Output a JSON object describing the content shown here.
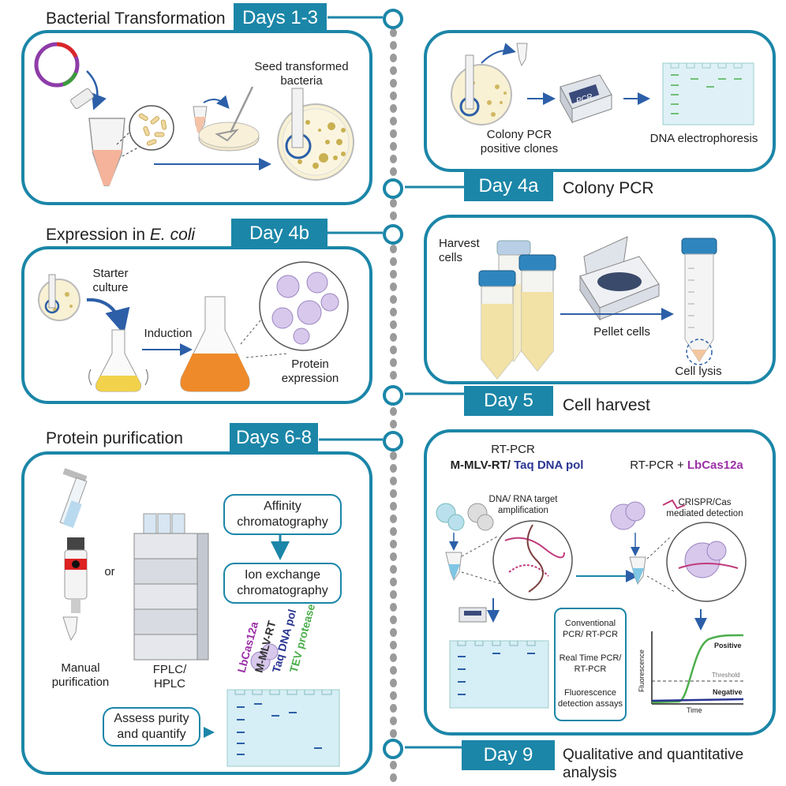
{
  "timeline": {
    "bacterial_transformation": {
      "title": "Bacterial Transformation",
      "tag": "Days 1-3",
      "seed_label": "Seed transformed bacteria"
    },
    "colony_pcr": {
      "tag": "Day 4a",
      "title": "Colony PCR",
      "colony_label": "Colony PCR positive clones",
      "electrophoresis_label": "DNA electrophoresis",
      "machine_label": "PCR"
    },
    "expression": {
      "title_prefix": "Expression in ",
      "title_italic": "E. coli",
      "tag": "Day 4b",
      "starter_label": "Starter culture",
      "induction_label": "Induction",
      "protein_label": "Protein expression"
    },
    "cell_harvest": {
      "tag": "Day 5",
      "title": "Cell harvest",
      "harvest_label": "Harvest cells",
      "pellet_label": "Pellet cells",
      "lysis_label": "Cell lysis"
    },
    "purification": {
      "title": "Protein purification",
      "tag": "Days 6-8",
      "manual_label": "Manual purification",
      "or_label": "or",
      "fplc_label": "FPLC/ HPLC",
      "affinity_label": "Affinity chromatography",
      "ion_label": "Ion exchange chromatography",
      "assess_label": "Assess purity and quantify",
      "lane_labels": [
        "LbCas12a",
        "M-MLV-RT",
        "Taq DNA pol",
        "TEV protease"
      ]
    },
    "analysis": {
      "tag": "Day 9",
      "title": "Qualitative and quantitative analysis",
      "rtpcr_heading": "RT-PCR",
      "enzymes_left": "M-MLV-RT/ ",
      "enzymes_right": "Taq DNA pol",
      "rtpcr_plus": "RT-PCR + ",
      "cas_label": "LbCas12a",
      "dna_rna_label": "DNA/ RNA target amplification",
      "crispr_label": "CRISPR/Cas mediated detection",
      "methods": [
        "Conventional PCR/ RT-PCR",
        "Real Time PCR/ RT-PCR",
        "Fluorescence detection assays"
      ],
      "plot": {
        "ylabel": "Fluorescence",
        "xlabel": "Time",
        "positive": "Positive",
        "threshold": "Threshold",
        "negative": "Negative"
      }
    }
  },
  "colors": {
    "teal": "#1b86a8",
    "purple": "#9b2fa6",
    "navy": "#2a3592",
    "green": "#4cae4c"
  }
}
